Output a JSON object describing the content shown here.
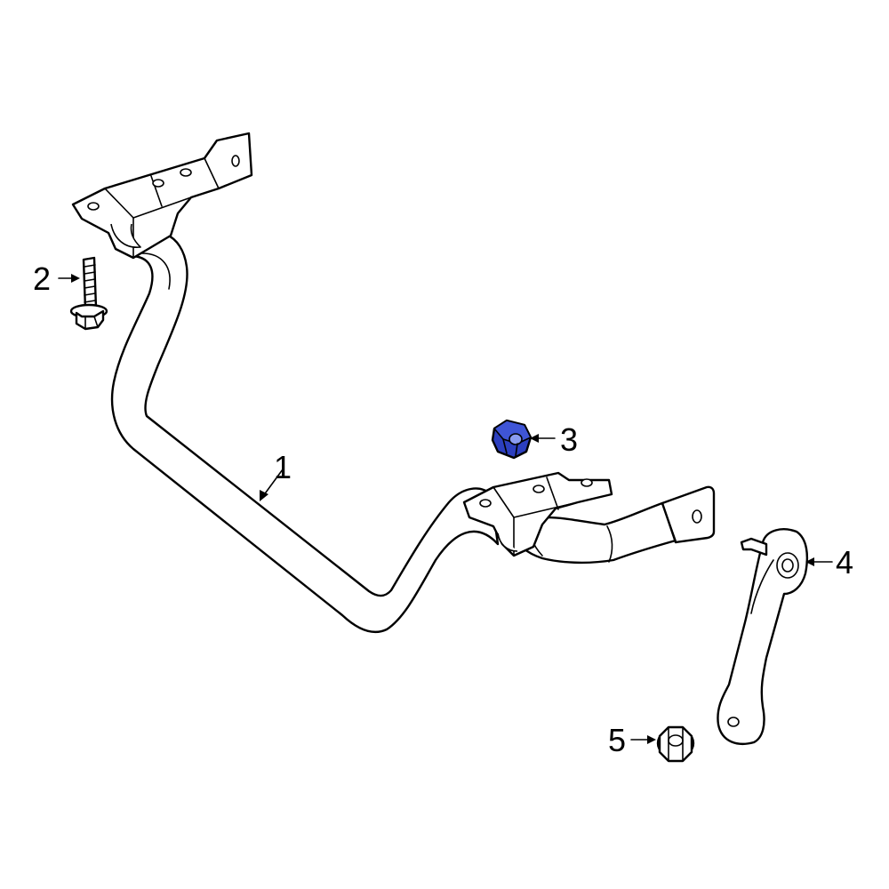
{
  "callouts": {
    "c1": "1",
    "c2": "2",
    "c3": "3",
    "c4": "4",
    "c5": "5"
  },
  "colors": {
    "line": "#000000",
    "background": "#ffffff",
    "highlight": "#2c3fbf"
  },
  "highlighted_part": "3"
}
